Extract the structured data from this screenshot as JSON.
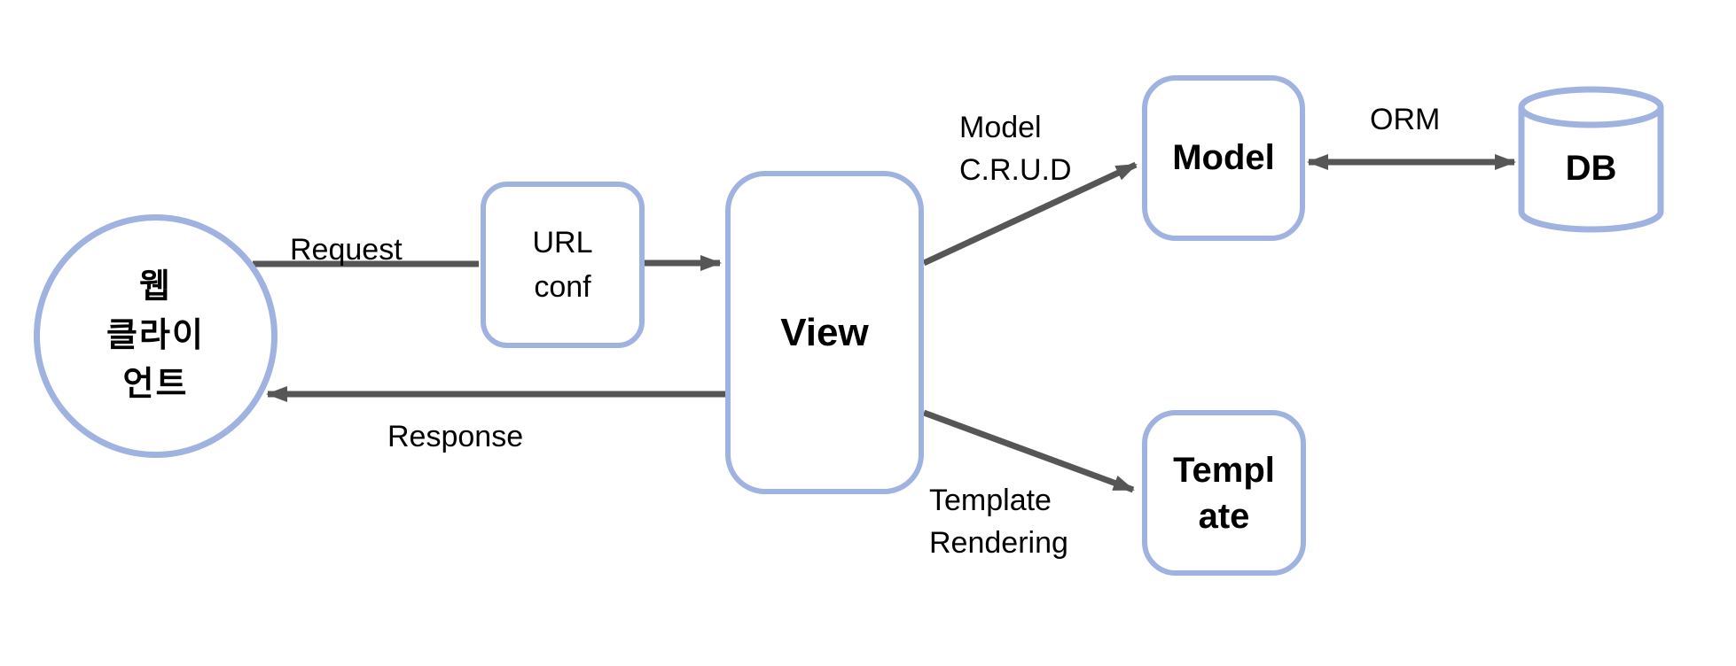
{
  "diagram": {
    "title": "Django MTV request flow diagram",
    "nodes": {
      "client": {
        "label": "웹\n클라이\n언트"
      },
      "urlconf": {
        "label": "URL\nconf"
      },
      "view": {
        "label": "View"
      },
      "model": {
        "label": "Model"
      },
      "template": {
        "label": "Templ\nate"
      },
      "db": {
        "label": "DB"
      }
    },
    "edges": {
      "request": {
        "label": "Request"
      },
      "response": {
        "label": "Response"
      },
      "model_crud": {
        "label": "Model\nC.R.U.D"
      },
      "orm": {
        "label": "ORM"
      },
      "template_rendering": {
        "label": "Template\nRendering"
      }
    },
    "colors": {
      "node_border": "#a0b2e0",
      "arrow": "#565656",
      "text": "#000000",
      "background": "#ffffff"
    }
  }
}
